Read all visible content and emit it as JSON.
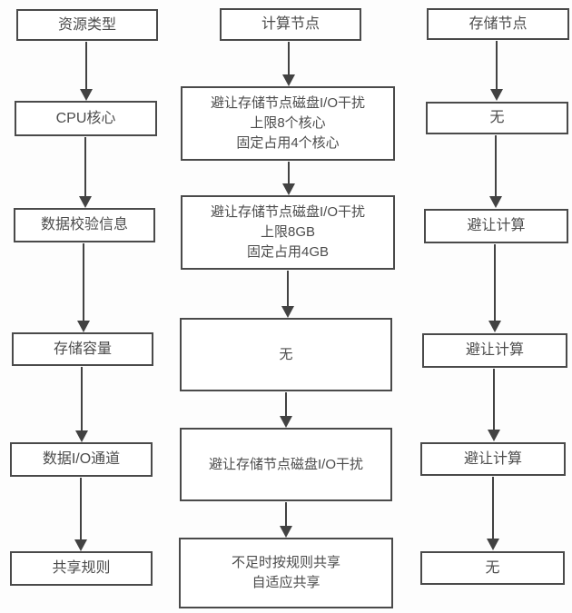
{
  "diagram": {
    "title": "resource-scheduling-flowchart",
    "colors": {
      "box_border": "#4a4a4a",
      "box_fill": "#ffffff",
      "text": "#4c4c4c",
      "arrow": "#424242",
      "background": "#fdfdfd"
    },
    "columns": [
      {
        "name": "resource-type-column",
        "nodes": [
          {
            "lines": [
              "资源类型"
            ]
          },
          {
            "lines": [
              "CPU核心"
            ]
          },
          {
            "lines": [
              "数据校验信息"
            ]
          },
          {
            "lines": [
              "存储容量"
            ]
          },
          {
            "lines": [
              "数据I/O通道"
            ]
          },
          {
            "lines": [
              "共享规则"
            ]
          }
        ]
      },
      {
        "name": "compute-node-column",
        "nodes": [
          {
            "lines": [
              "计算节点"
            ]
          },
          {
            "lines": [
              "避让存储节点磁盘I/O干扰",
              "上限8个核心",
              "固定占用4个核心"
            ]
          },
          {
            "lines": [
              "避让存储节点磁盘I/O干扰",
              "上限8GB",
              "固定占用4GB"
            ]
          },
          {
            "lines": [
              "无"
            ]
          },
          {
            "lines": [
              "避让存储节点磁盘I/O干扰"
            ]
          },
          {
            "lines": [
              "不足时按规则共享",
              "自适应共享"
            ]
          }
        ]
      },
      {
        "name": "storage-node-column",
        "nodes": [
          {
            "lines": [
              "存储节点"
            ]
          },
          {
            "lines": [
              "无"
            ]
          },
          {
            "lines": [
              "避让计算"
            ]
          },
          {
            "lines": [
              "避让计算"
            ]
          },
          {
            "lines": [
              "避让计算"
            ]
          },
          {
            "lines": [
              "无"
            ]
          }
        ]
      }
    ]
  }
}
